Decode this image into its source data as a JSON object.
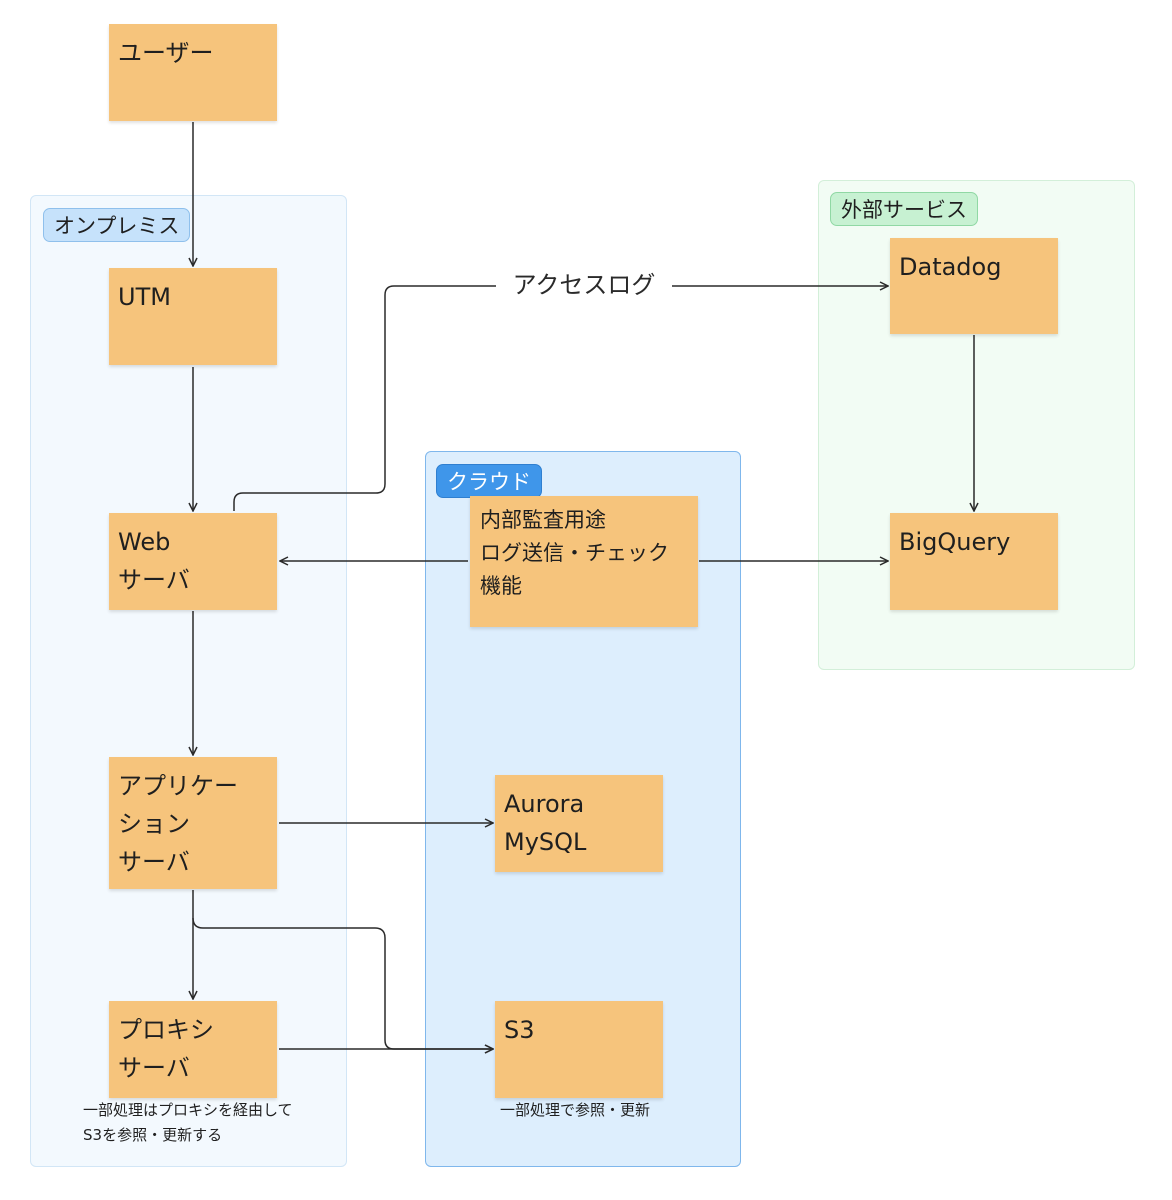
{
  "regions": {
    "onprem": {
      "label": "オンプレミス"
    },
    "cloud": {
      "label": "クラウド"
    },
    "external": {
      "label": "外部サービス"
    }
  },
  "nodes": {
    "user": {
      "lines": [
        "ユーザー"
      ]
    },
    "utm": {
      "lines": [
        "UTM"
      ]
    },
    "web": {
      "lines": [
        "Web",
        "サーバ"
      ]
    },
    "app": {
      "lines": [
        "アプリケー",
        "ション",
        "サーバ"
      ]
    },
    "proxy": {
      "lines": [
        "プロキシ",
        "サーバ"
      ]
    },
    "audit": {
      "lines": [
        "内部監査用途",
        "ログ送信・チェック",
        "機能"
      ]
    },
    "aurora": {
      "lines": [
        "Aurora",
        "MySQL"
      ]
    },
    "s3": {
      "lines": [
        "S3"
      ]
    },
    "datadog": {
      "lines": [
        "Datadog"
      ]
    },
    "bigquery": {
      "lines": [
        "BigQuery"
      ]
    }
  },
  "captions": {
    "proxy_note": {
      "lines": [
        "一部処理はプロキシを経由して",
        "S3を参照・更新する"
      ]
    },
    "s3_note": {
      "lines": [
        "一部処理で参照・更新"
      ]
    }
  },
  "edges": {
    "access_log_label": "アクセスログ"
  },
  "colors": {
    "note": "#f6c47c",
    "edge": "#2a2a2a",
    "onprem_bg": "#f3f9fe",
    "cloud_bg": "#ddeefd",
    "external_bg": "#f2fcf4",
    "cloud_tag": "#3f96ea"
  }
}
